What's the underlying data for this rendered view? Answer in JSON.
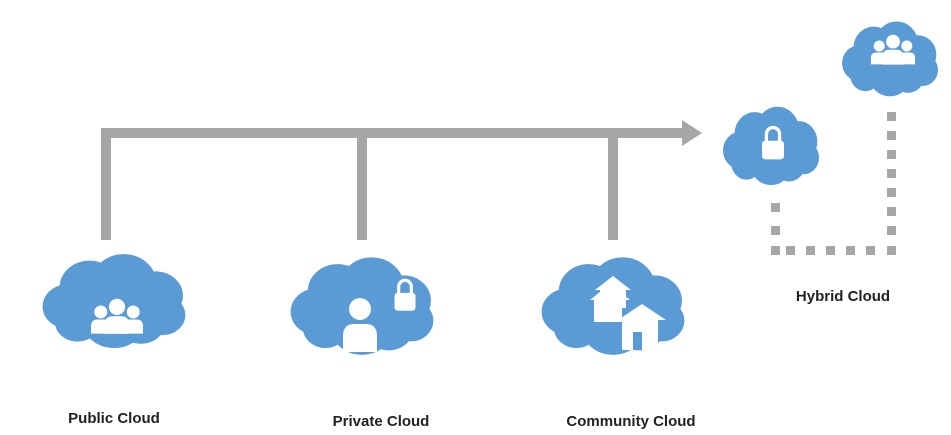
{
  "diagram": {
    "labels": {
      "public": "Public Cloud",
      "private": "Private Cloud",
      "community": "Community Cloud",
      "hybrid": "Hybrid Cloud"
    },
    "colors": {
      "cloud_fill": "#5b9bd5",
      "cloud_stroke": "#4a86c0",
      "connector": "#a6a6a6",
      "icon": "#ffffff"
    },
    "icons": {
      "public": "group-icon",
      "private": "user-lock-icon",
      "community": "houses-icon",
      "hybrid_top": "group-icon",
      "hybrid_bottom": "lock-icon"
    }
  }
}
